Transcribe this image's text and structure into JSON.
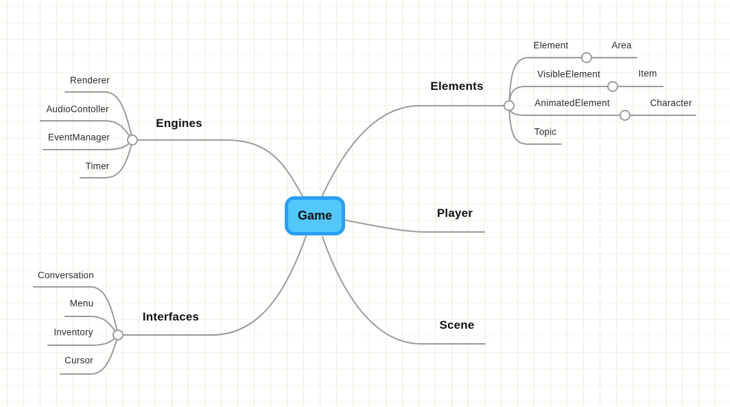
{
  "theme": {
    "background": "#ffffff",
    "grid_vertical_line": "#e5efde",
    "grid_horizontal_line": "#f6f3e1",
    "connector_line": "#9a9a9a",
    "root_fill": "#54c7f9",
    "root_border": "#2a9df4",
    "root_text": "#111111",
    "topic_text": "#2b2b2b"
  },
  "map": {
    "root": {
      "label": "Game"
    },
    "branches": [
      {
        "label": "Engines",
        "children": [
          {
            "label": "Renderer"
          },
          {
            "label": "AudioContoller"
          },
          {
            "label": "EventManager"
          },
          {
            "label": "Timer"
          }
        ]
      },
      {
        "label": "Interfaces",
        "children": [
          {
            "label": "Conversation"
          },
          {
            "label": "Menu"
          },
          {
            "label": "Inventory"
          },
          {
            "label": "Cursor"
          }
        ]
      },
      {
        "label": "Elements",
        "children": [
          {
            "label": "Element",
            "children": [
              {
                "label": "Area"
              }
            ]
          },
          {
            "label": "VisibleElement",
            "children": [
              {
                "label": "Item"
              }
            ]
          },
          {
            "label": "AnimatedElement",
            "children": [
              {
                "label": "Character"
              }
            ]
          },
          {
            "label": "Topic",
            "children": []
          }
        ]
      },
      {
        "label": "Player",
        "children": []
      },
      {
        "label": "Scene",
        "children": []
      }
    ]
  }
}
